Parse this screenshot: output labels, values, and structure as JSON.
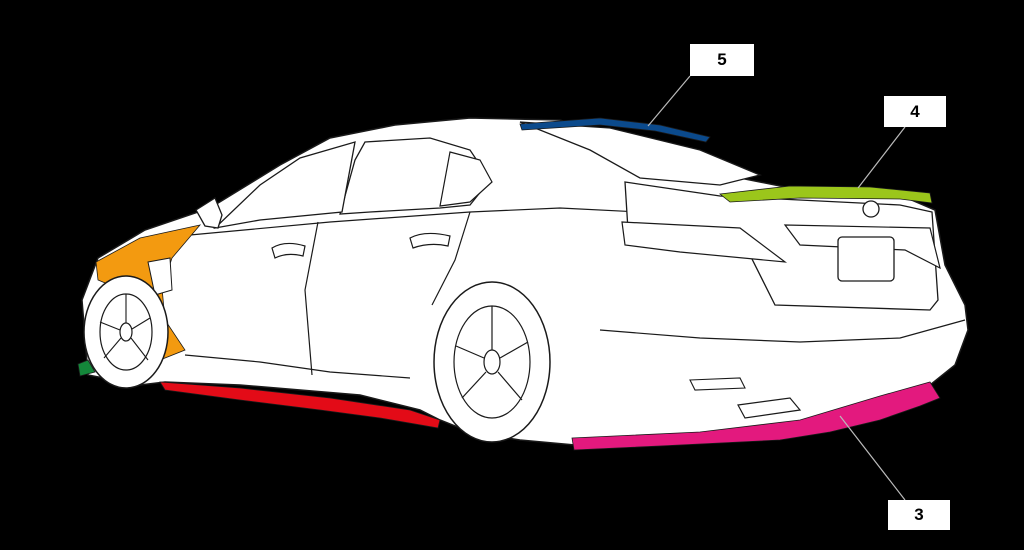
{
  "callouts": {
    "roof_spoiler": "5",
    "trunk_spoiler": "4",
    "rear_diffuser": "3"
  },
  "colors": {
    "background": "#000000",
    "car_body": "#ffffff",
    "outline": "#1a1a1a",
    "roof_spoiler": "#0b4a8c",
    "trunk_spoiler": "#9bc61b",
    "rear_diffuser": "#e3197e",
    "side_skirt": "#e30b17",
    "front_fender": "#f39a10",
    "front_lip": "#14873a"
  }
}
